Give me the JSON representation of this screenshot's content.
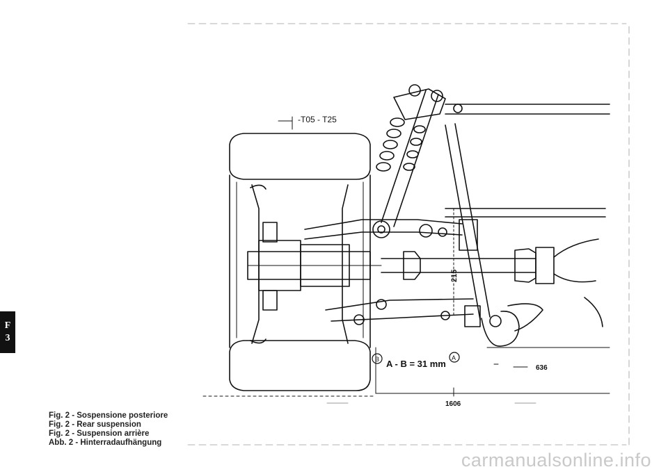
{
  "side_tab": {
    "letter": "F",
    "number": "3"
  },
  "labels": {
    "tolerance": "-T05 - T25",
    "vertical_dim": "215",
    "formula": "A - B = 31 mm",
    "point_a": "A",
    "point_b": "B",
    "dim_636": "636",
    "dim_1606": "1606"
  },
  "captions": [
    "Fig. 2 - Sospensione posteriore",
    "Fig. 2 - Rear suspension",
    "Fig. 2 - Suspension arrière",
    "Abb. 2 - Hinterradaufhängung"
  ],
  "watermark": "carmanualsonline.info",
  "colors": {
    "ink": "#111111",
    "tab_bg": "#111111",
    "watermark": "#c9c9c9"
  }
}
